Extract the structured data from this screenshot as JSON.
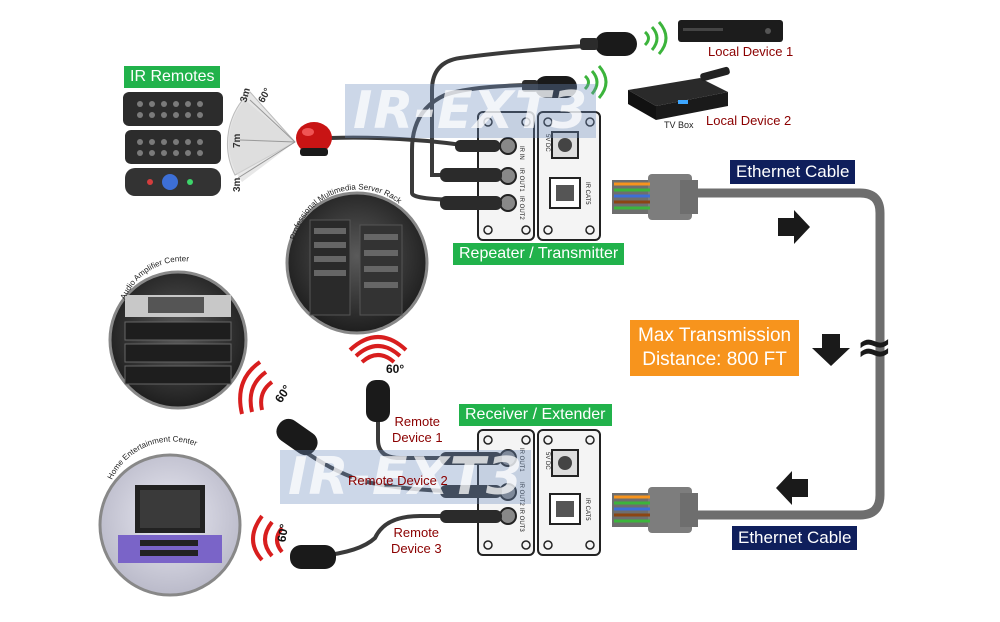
{
  "labels": {
    "ir_remotes": "IR Remotes",
    "local_device_1": "Local Device 1",
    "local_device_2": "Local Device 2",
    "tv_box": "TV Box",
    "ethernet_cable_top": "Ethernet Cable",
    "ethernet_cable_bottom": "Ethernet Cable",
    "repeater_transmitter": "Repeater / Transmitter",
    "receiver_extender": "Receiver / Extender",
    "max_transmission_line1": "Max Transmission",
    "max_transmission_line2": "Distance: 800 FT",
    "remote_device_1_l1": "Remote",
    "remote_device_1_l2": "Device 1",
    "remote_device_2": "Remote Device 2",
    "remote_device_3_l1": "Remote",
    "remote_device_3_l2": "Device 3",
    "watermark_top": "IR-EXT3",
    "watermark_bottom": "IR-EXT3",
    "approx": "≈"
  },
  "range_diagram": {
    "top": "3m",
    "middle": "7m",
    "bottom": "3m",
    "angle": "60°"
  },
  "angles": {
    "rack": "60°",
    "amp": "60°",
    "home": "60°"
  },
  "circle_titles": {
    "server": "Professional Multimedia Server Rack",
    "amp": "Audio Amplifier Center",
    "home": "Home Entertainment Center"
  },
  "ports": {
    "top_left": [
      "IR IN",
      "IR OUT1",
      "IR OUT2"
    ],
    "top_right": [
      "5V DC",
      "IR CAT5"
    ],
    "bottom_left": [
      "IR OUT1",
      "IR OUT2",
      "IR OUT3"
    ],
    "bottom_right": [
      "5V DC",
      "IR CAT5"
    ]
  },
  "colors": {
    "green_label": "#21b24b",
    "navy_label": "#0f1f5c",
    "orange_label": "#f7941d",
    "device_text": "#8b0000",
    "cable_gray": "#6e6e6e",
    "wifi_green": "#3cb43c",
    "signal_red": "#d81e1e"
  }
}
